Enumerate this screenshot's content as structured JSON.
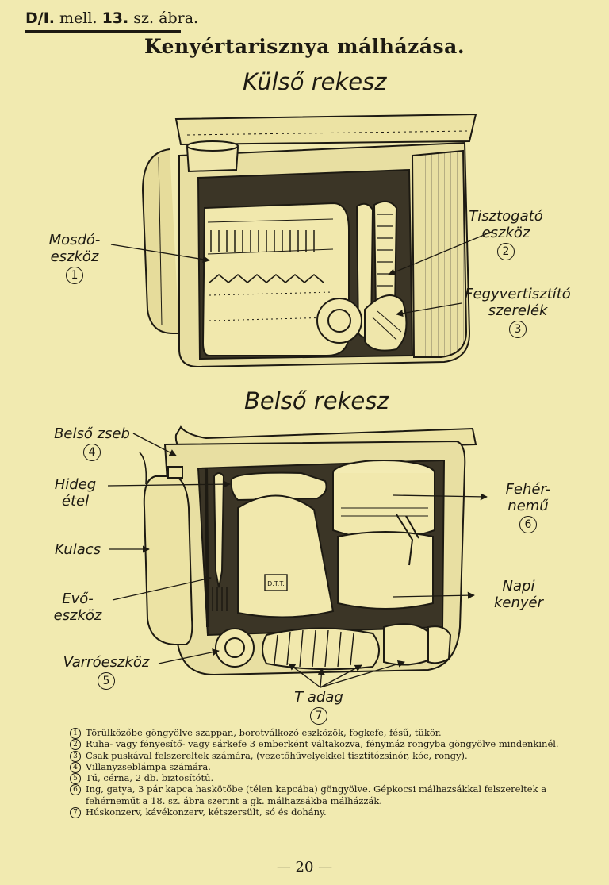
{
  "header": {
    "ref_bold_1": "D/I.",
    "ref_text_1": "mell.",
    "ref_bold_2": "13.",
    "ref_text_2": "sz. ábra.",
    "title": "Kenyértarisznya málházása."
  },
  "outer_compartment": {
    "title": "Külső rekesz",
    "labels": [
      {
        "text_1": "Mosdó-",
        "text_2": "eszköz",
        "num": "1"
      },
      {
        "text_1": "Tisztogató",
        "text_2": "eszköz",
        "num": "2"
      },
      {
        "text_1": "Fegyvertisztító",
        "text_2": "szerelék",
        "num": "3"
      }
    ]
  },
  "inner_compartment": {
    "title": "Belső rekesz",
    "labels": [
      {
        "text_1": "Belső zseb",
        "num": "4"
      },
      {
        "text_1": "Hideg",
        "text_2": "étel"
      },
      {
        "text_1": "Kulacs"
      },
      {
        "text_1": "Evő-",
        "text_2": "eszköz"
      },
      {
        "text_1": "Varróeszköz",
        "num": "5"
      },
      {
        "text_1": "Fehér-",
        "text_2": "nemű",
        "num": "6"
      },
      {
        "text_1": "Napi",
        "text_2": "kenyér"
      },
      {
        "text_1": "T adag",
        "num": "7"
      }
    ],
    "canteen_mark": "D.T.T."
  },
  "notes": [
    {
      "num": "1",
      "text": "Törülközőbe göngyölve szappan, borotválkozó eszközök, fogkefe, fésű, tükör."
    },
    {
      "num": "2",
      "text": "Ruha- vagy fényesítő- vagy sárkefe 3 emberként váltakozva, fénymáz rongyba göngyölve mindenkinél."
    },
    {
      "num": "3",
      "text": "Csak puskával felszereltek számára, (vezetőhüvelyekkel tisztítózsinór, kóc, rongy)."
    },
    {
      "num": "4",
      "text": "Villanyzseblámpa számára."
    },
    {
      "num": "5",
      "text": "Tű, cérna, 2 db. biztosítótű."
    },
    {
      "num": "6",
      "text": "Ing, gatya, 3 pár kapca haskötőbe (télen kapcába) göngyölve. Gépkocsi málhazsákkal felszereltek a fehérneműt a 18. sz. ábra szerint a gk. málhazsákba málházzák."
    },
    {
      "num": "7",
      "text": "Húskonzerv, kávékonzerv, kétszersült, só és dohány."
    }
  ],
  "footer": {
    "page": "— 20 —"
  }
}
